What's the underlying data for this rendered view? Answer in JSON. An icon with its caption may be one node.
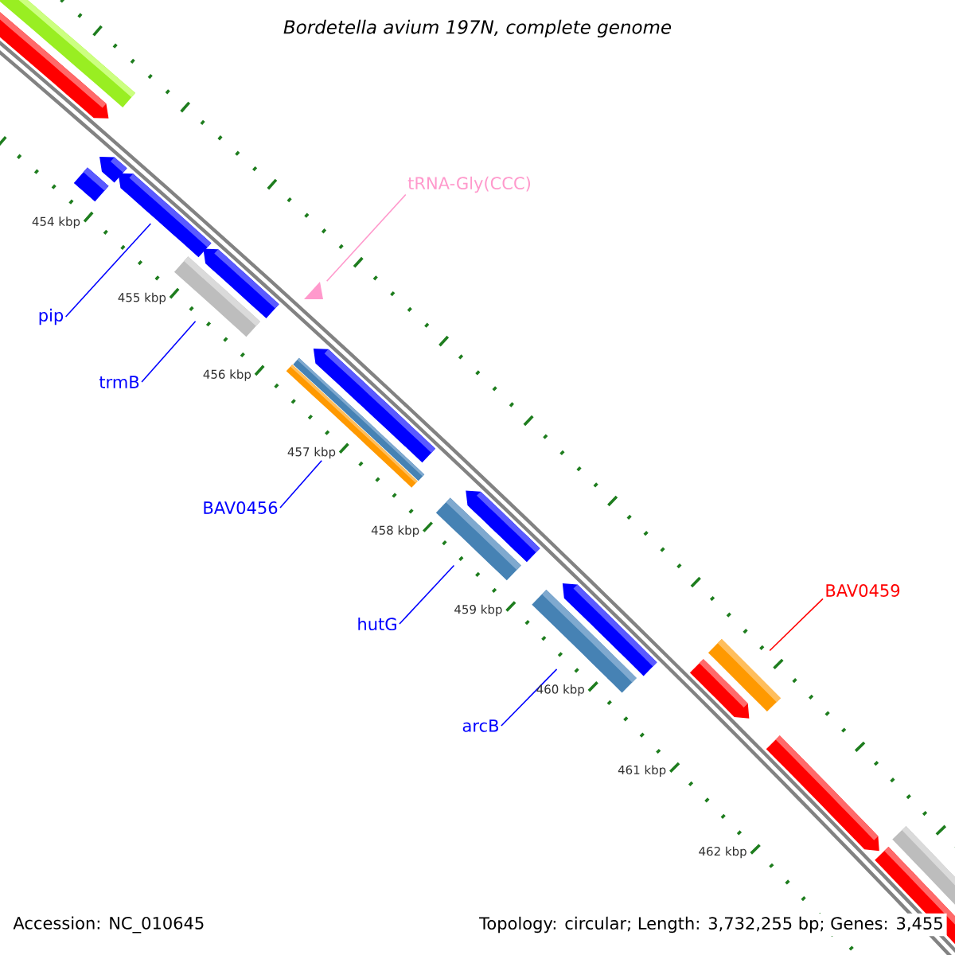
{
  "diagram": {
    "title": "Bordetella avium 197N, complete genome",
    "nodes": [
      {
        "text": [
          "tRNA-Gly(CCC)"
        ]
      },
      {
        "text": [],
        "shape": "triangle"
      },
      {
        "text": [],
        "shape": "bar"
      },
      {
        "text": [
          "pip"
        ]
      },
      {
        "text": [],
        "shape": "bar"
      },
      {
        "text": [
          "trmB"
        ]
      },
      {
        "text": [],
        "shape": "bar"
      },
      {
        "text": [
          "BAV0456"
        ]
      },
      {
        "text": [],
        "shape": "bar"
      },
      {
        "text": [
          "hutG"
        ]
      },
      {
        "text": [],
        "shape": "bar"
      },
      {
        "text": [
          "arcB"
        ]
      },
      {
        "text": [],
        "shape": "bar"
      },
      {
        "text": [
          "BAV0459"
        ]
      }
    ],
    "edges": [
      {
        "from": 0,
        "to": 1,
        "arrow": "none",
        "color": "#ff99cc"
      },
      {
        "from": 3,
        "to": 2,
        "arrow": "none"
      },
      {
        "from": 5,
        "to": 4,
        "arrow": "none"
      },
      {
        "from": 7,
        "to": 6,
        "arrow": "none"
      },
      {
        "from": 9,
        "to": 8,
        "arrow": "none"
      },
      {
        "from": 11,
        "to": 10,
        "arrow": "none"
      },
      {
        "from": 13,
        "to": 12,
        "arrow": "none",
        "color": "#ff0000"
      }
    ],
    "labels": [
      "454 kbp",
      "455 kbp",
      "456 kbp",
      "457 kbp",
      "458 kbp",
      "459 kbp",
      "460 kbp",
      "461 kbp",
      "462 kbp",
      "Accession: NC_010645",
      "Topology: circular; Length: 3,732,255 bp; Genes: 3,455"
    ]
  }
}
